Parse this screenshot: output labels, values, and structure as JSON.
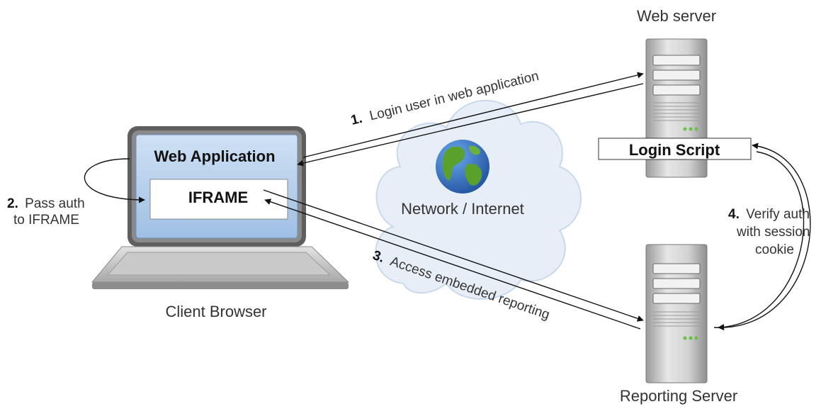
{
  "nodes": {
    "web_server": "Web server",
    "login_script": "Login Script",
    "reporting_server": "Reporting Server",
    "client_browser": "Client Browser",
    "web_application": "Web Application",
    "iframe": "IFRAME",
    "network": "Network / Internet"
  },
  "steps": {
    "step1_num": "1.",
    "step1_text": "Login user in web application",
    "step2_num": "2.",
    "step2_line1": "Pass auth",
    "step2_line2": "to IFRAME",
    "step3_num": "3.",
    "step3_text": "Access embedded reporting",
    "step4_num": "4.",
    "step4_line1": "Verify auth",
    "step4_line2": "with session",
    "step4_line3": "cookie"
  },
  "colors": {
    "screen_blue": "#b9d3f0",
    "server_gray": "#d0d0d0",
    "cloud_blue": "#e4eef8",
    "globe_ocean": "#2e6fc0",
    "globe_land": "#5aa02c"
  }
}
